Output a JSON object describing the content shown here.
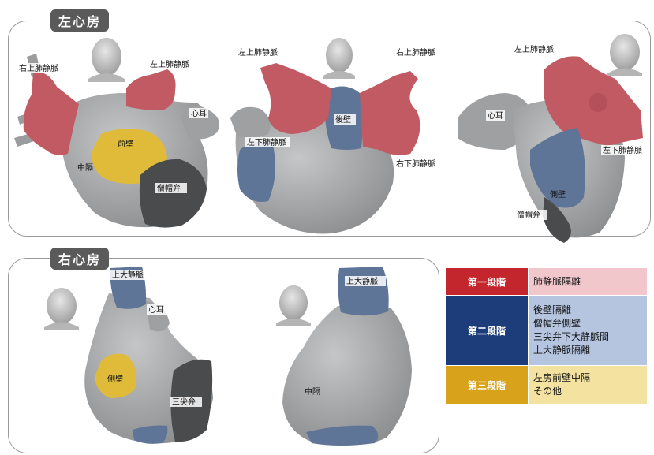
{
  "left_atrium": {
    "title": "左心房",
    "view1": {
      "labels": {
        "rupv": "右上肺静脈",
        "lupv": "左上肺静脈",
        "appendage": "心耳",
        "anterior": "前壁",
        "septum": "中隔",
        "mitral": "僧帽弁"
      }
    },
    "view2": {
      "labels": {
        "lupv": "左上肺静脈",
        "rupv": "右上肺静脈",
        "posterior": "後壁",
        "lipv": "左下肺静脈",
        "ripv": "右下肺静脈"
      }
    },
    "view3": {
      "labels": {
        "lupv": "左上肺静脈",
        "appendage": "心耳",
        "lipv": "左下肺静脈",
        "lateral": "側壁",
        "mitral": "僧帽弁"
      }
    }
  },
  "right_atrium": {
    "title": "右心房",
    "view1": {
      "labels": {
        "svc": "上大静脈",
        "appendage": "心耳",
        "lateral": "側壁",
        "tricuspid": "三尖弁"
      }
    },
    "view2": {
      "labels": {
        "svc": "上大静脈",
        "septum": "中隔"
      }
    }
  },
  "legend": [
    {
      "stage": "第一段階",
      "items": [
        "肺静脈隔離"
      ],
      "stage_color": "#c3262c",
      "desc_color": "#f2c7cc"
    },
    {
      "stage": "第二段階",
      "items": [
        "後壁隔離",
        "僧帽弁側壁",
        "三尖弁下大静脈間",
        "上大静脈隔離"
      ],
      "stage_color": "#1d3d7a",
      "desc_color": "#b5c5e0"
    },
    {
      "stage": "第三段階",
      "items": [
        "左房前壁中隔",
        "その他"
      ],
      "stage_color": "#d9a21b",
      "desc_color": "#f3e2a0"
    }
  ],
  "colors": {
    "tissue": "#a7a9ab",
    "stage1": "#c25a63",
    "stage2": "#5f7597",
    "stage3": "#e0bb3a",
    "valve": "#4a4b4d"
  }
}
